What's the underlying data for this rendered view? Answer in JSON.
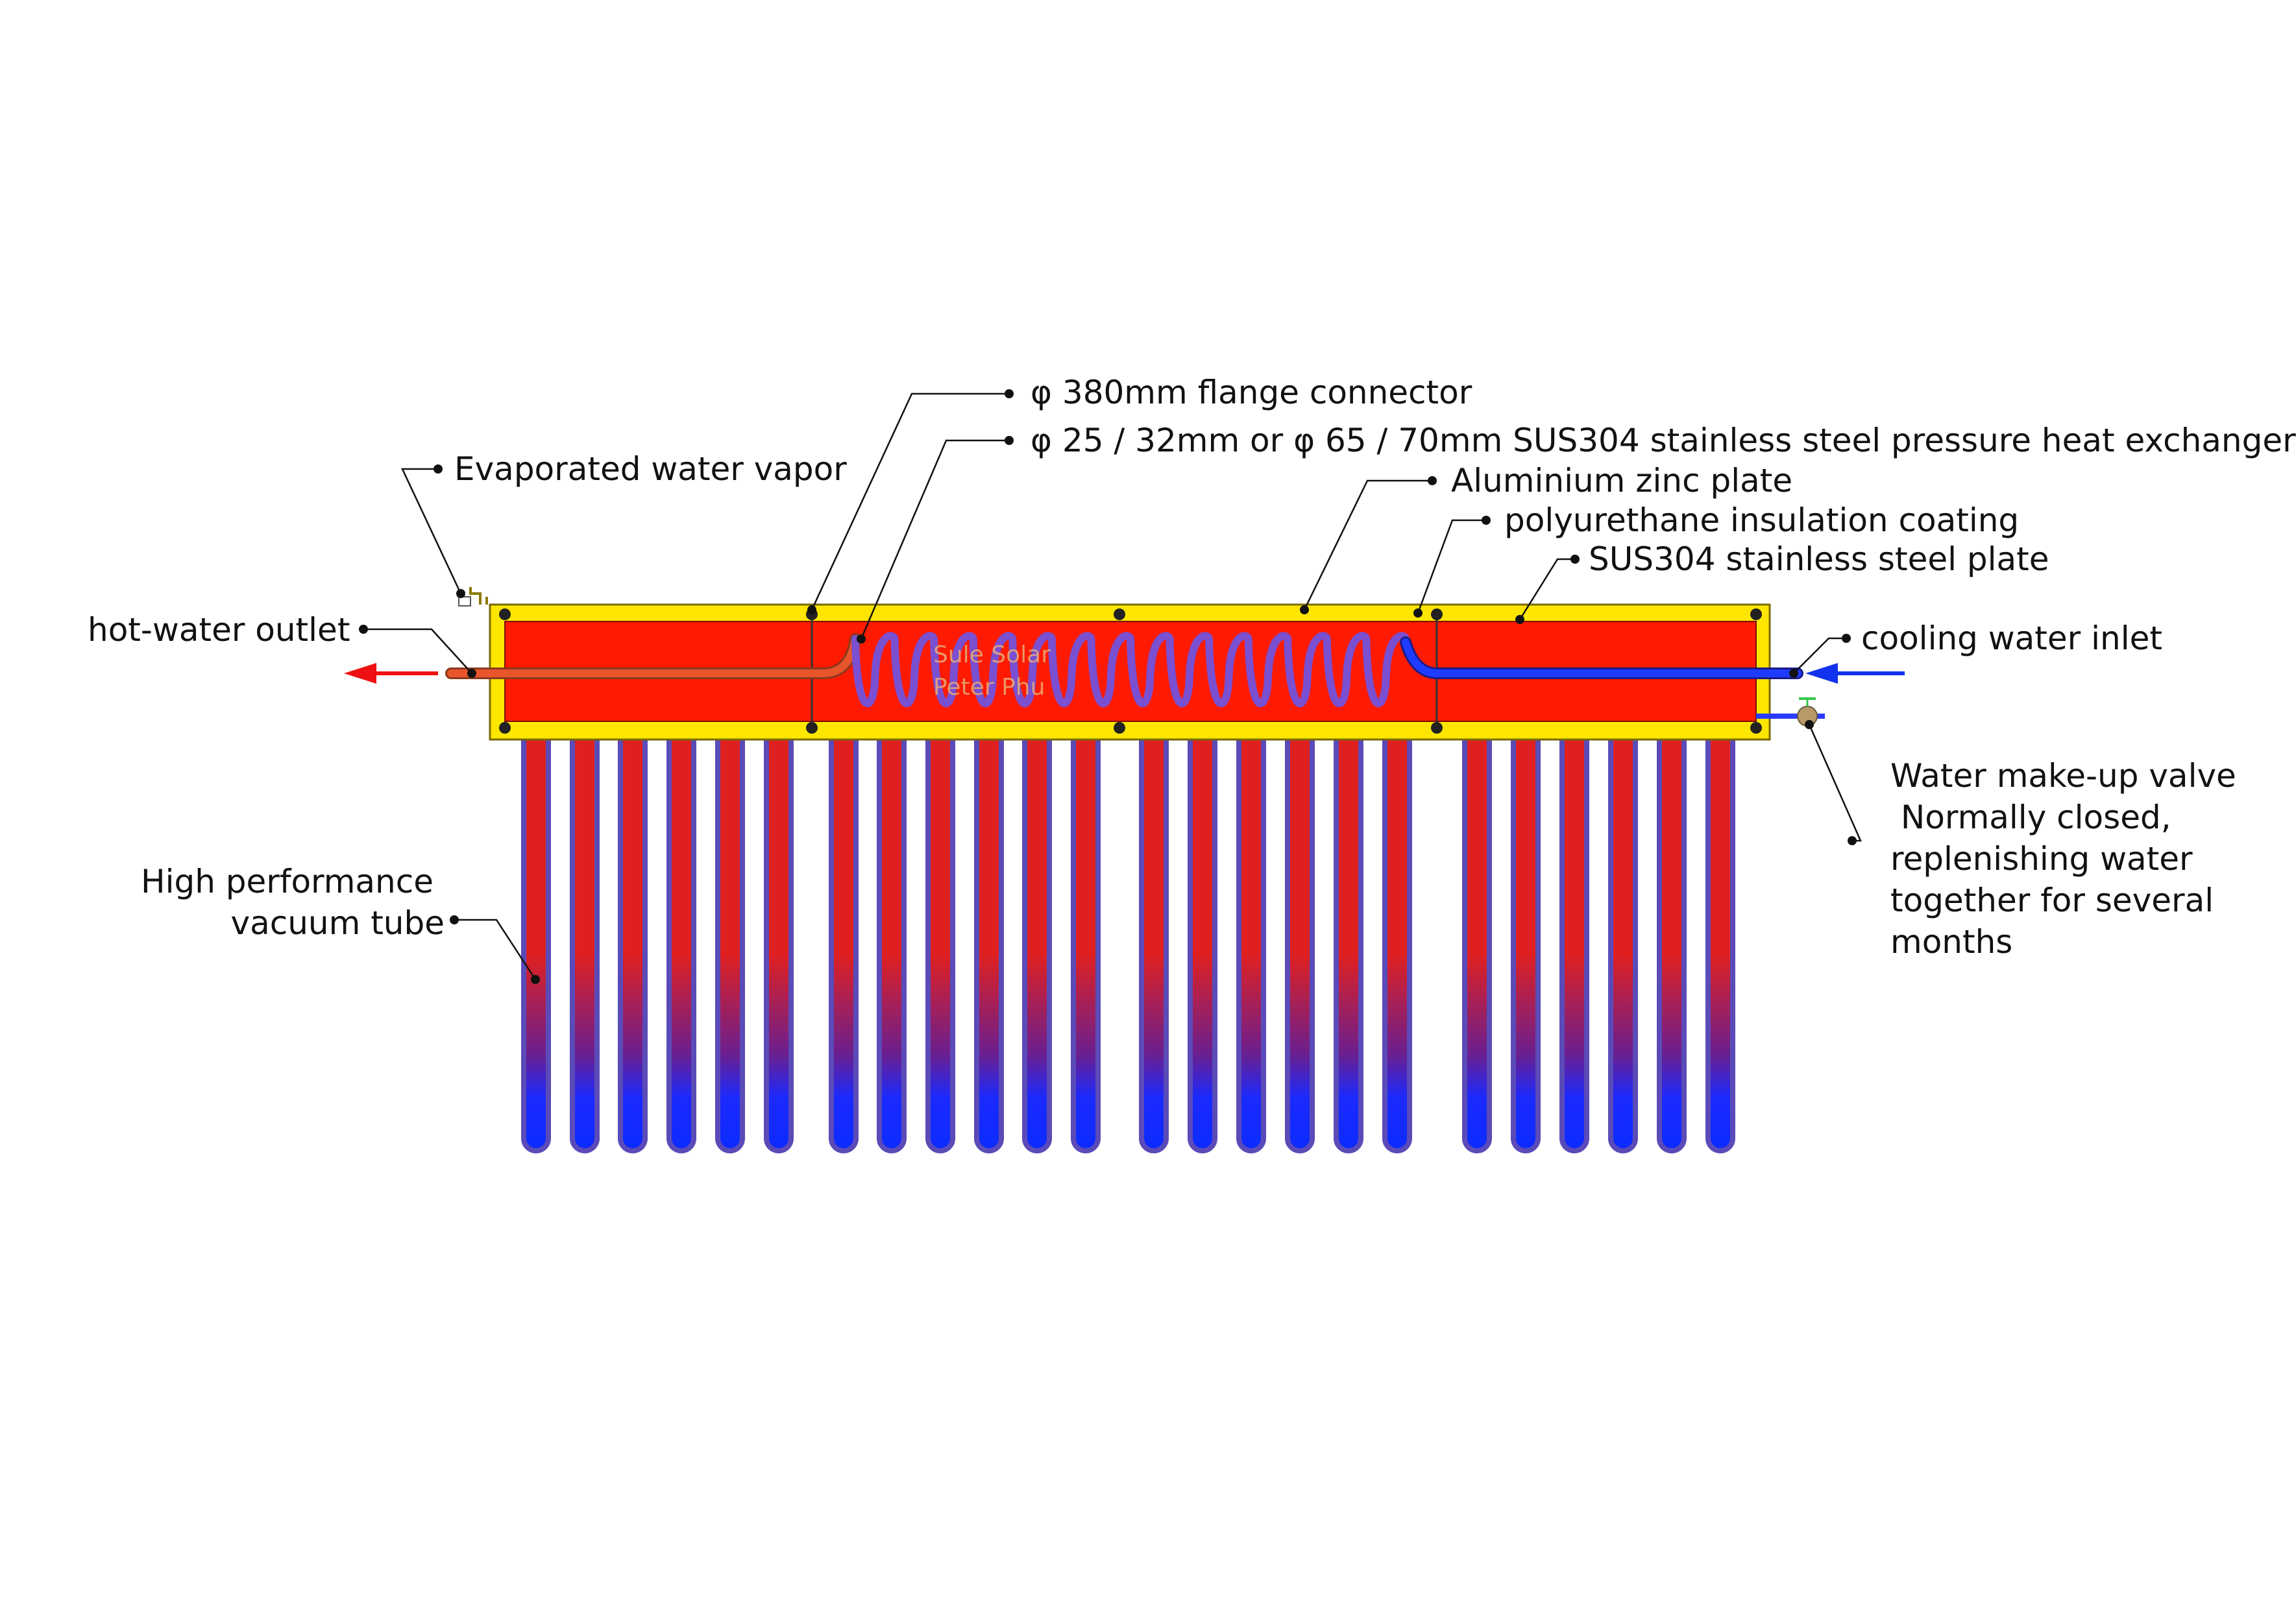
{
  "labels": {
    "flange": "φ 380mm flange connector",
    "exchanger": "φ 25 / 32mm or φ 65 / 70mm SUS304 stainless steel pressure heat exchanger",
    "vapor": "Evaporated water vapor",
    "aluminium": "Aluminium zinc plate",
    "polyurethane": "polyurethane insulation coating",
    "sus_plate": "SUS304 stainless steel plate",
    "hot_outlet": "hot-water outlet",
    "cold_inlet": "cooling water inlet",
    "tube_line1": "High performance",
    "tube_line2": "vacuum tube",
    "valve_line1": "Water make-up valve",
    "valve_line2": " Normally closed,",
    "valve_line3": "replenishing water",
    "valve_line4": "together for several",
    "valve_line5": "months"
  },
  "watermark": {
    "line1": "Sule Solar",
    "line2": "Peter Phu"
  },
  "colors": {
    "outer_casing": "#ffe600",
    "tank": "#ff1a00",
    "hot_pipe": "#e8552a",
    "cold_pipe": "#1f3bff",
    "coil": "#7a4fd0",
    "tube_top": "#e02020",
    "tube_bottom": "#0c2bff",
    "tube_border": "#5a4bb8",
    "outlet_arrow": "#ee1111",
    "inlet_arrow": "#1133ee",
    "leader": "#111111",
    "valve": "#b89a6a"
  }
}
